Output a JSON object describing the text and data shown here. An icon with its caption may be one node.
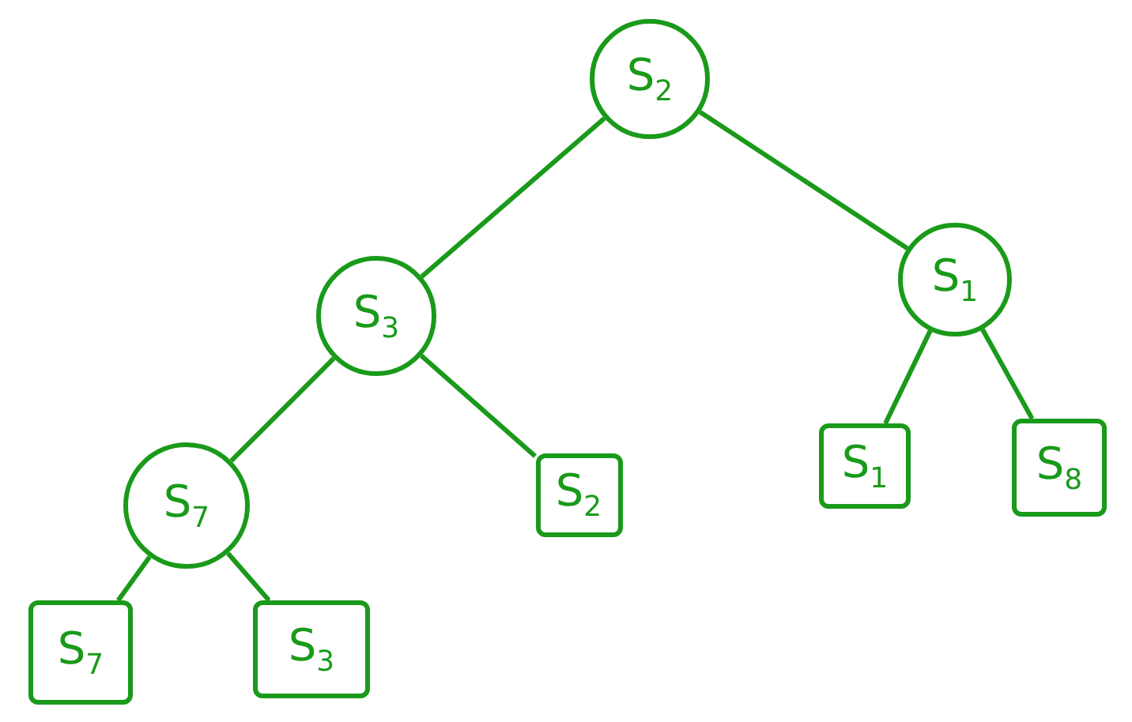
{
  "diagram": {
    "nodes": [
      {
        "text": [
          "S$_{2}$"
        ]
      },
      {
        "text": [
          "S$_{3}$"
        ]
      },
      {
        "text": [
          "S$_{1}$"
        ]
      },
      {
        "text": [
          "S$_{7}$"
        ]
      },
      {
        "text": [
          "S$_{2}$"
        ]
      },
      {
        "text": [
          "S$_{1}$"
        ]
      },
      {
        "text": [
          "S$_{8}$"
        ]
      },
      {
        "text": [
          "S$_{7}$"
        ]
      },
      {
        "text": [
          "S$_{3}$"
        ]
      }
    ],
    "edges": [
      {
        "from": 0,
        "to": 1,
        "arrow": "none"
      },
      {
        "from": 0,
        "to": 2,
        "arrow": "none"
      },
      {
        "from": 1,
        "to": 3,
        "arrow": "none"
      },
      {
        "from": 1,
        "to": 4,
        "arrow": "none"
      },
      {
        "from": 2,
        "to": 5,
        "arrow": "none"
      },
      {
        "from": 2,
        "to": 6,
        "arrow": "none"
      },
      {
        "from": 3,
        "to": 7,
        "arrow": "none"
      },
      {
        "from": 3,
        "to": 8,
        "arrow": "none"
      }
    ]
  }
}
